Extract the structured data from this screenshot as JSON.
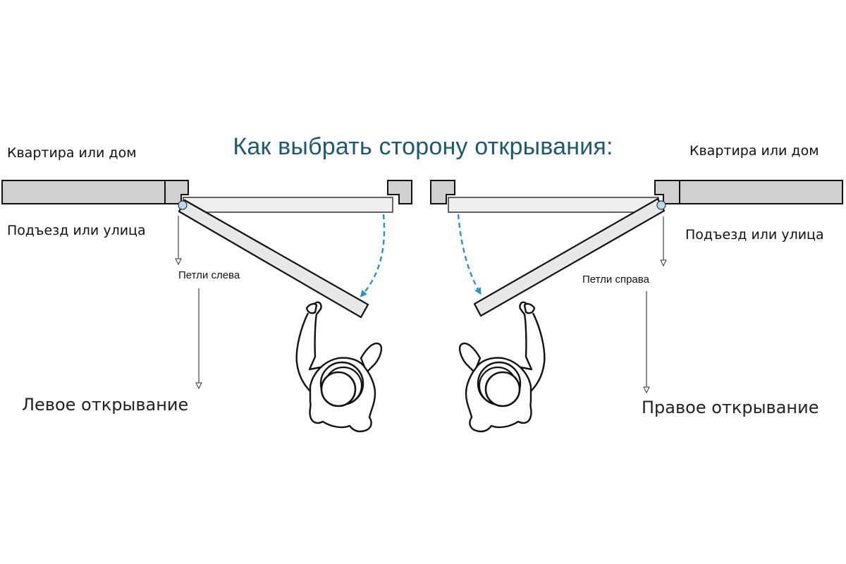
{
  "title": "Как выбрать сторону открывания:",
  "left": {
    "inside_label": "Квартира или дом",
    "outside_label": "Подъезд или улица",
    "hinge_label": "Петли слева",
    "caption": "Левое открывание"
  },
  "right": {
    "inside_label": "Квартира или дом",
    "outside_label": "Подъезд или улица",
    "hinge_label": "Петли справа",
    "caption": "Правое открывание"
  },
  "colors": {
    "title": "#1d5a72",
    "wall": "#d0d0d0",
    "door": "#ebebeb",
    "hinge": "#b8d8ee",
    "arrow": "#2a92c8",
    "line": "#111111"
  },
  "icons": [
    "hinge-icon",
    "swing-arrow-icon",
    "person-top-view-icon"
  ]
}
